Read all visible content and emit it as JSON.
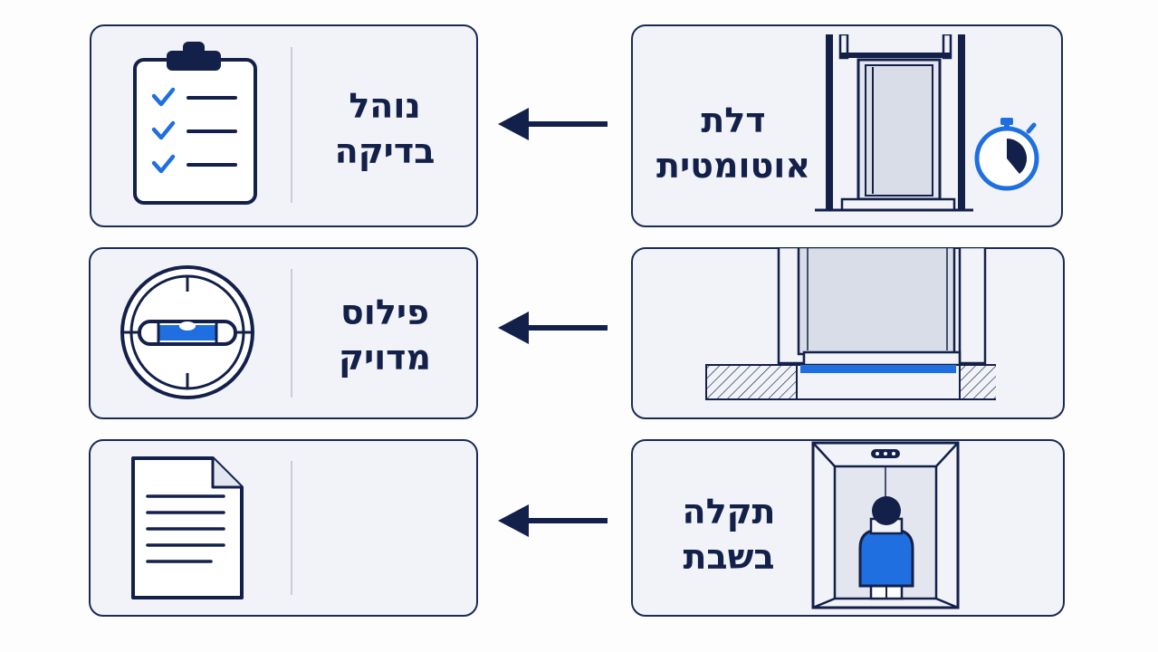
{
  "rows": [
    {
      "right": {
        "line1": "דלת",
        "line2": "אוטומטית"
      },
      "left": {
        "line1": "נוהל",
        "line2": "בדיקה"
      }
    },
    {
      "right": {
        "line1": "",
        "line2": ""
      },
      "left": {
        "line1": "פילוס",
        "line2": "מדויק"
      }
    },
    {
      "right": {
        "line1": "תקלה",
        "line2": "בשבת"
      },
      "left": {
        "line1": "",
        "line2": ""
      }
    }
  ],
  "colors": {
    "navy": "#13204a",
    "blue": "#1f6fe0",
    "panel": "#f1f3f8"
  },
  "icons": {
    "row1_right": "elevator-door-stopwatch-icon",
    "row1_left": "checklist-clipboard-icon",
    "row2_right": "leveled-elevator-floor-icon",
    "row2_left": "spirit-level-icon",
    "row3_right": "person-in-elevator-icon",
    "row3_left": "document-icon"
  }
}
